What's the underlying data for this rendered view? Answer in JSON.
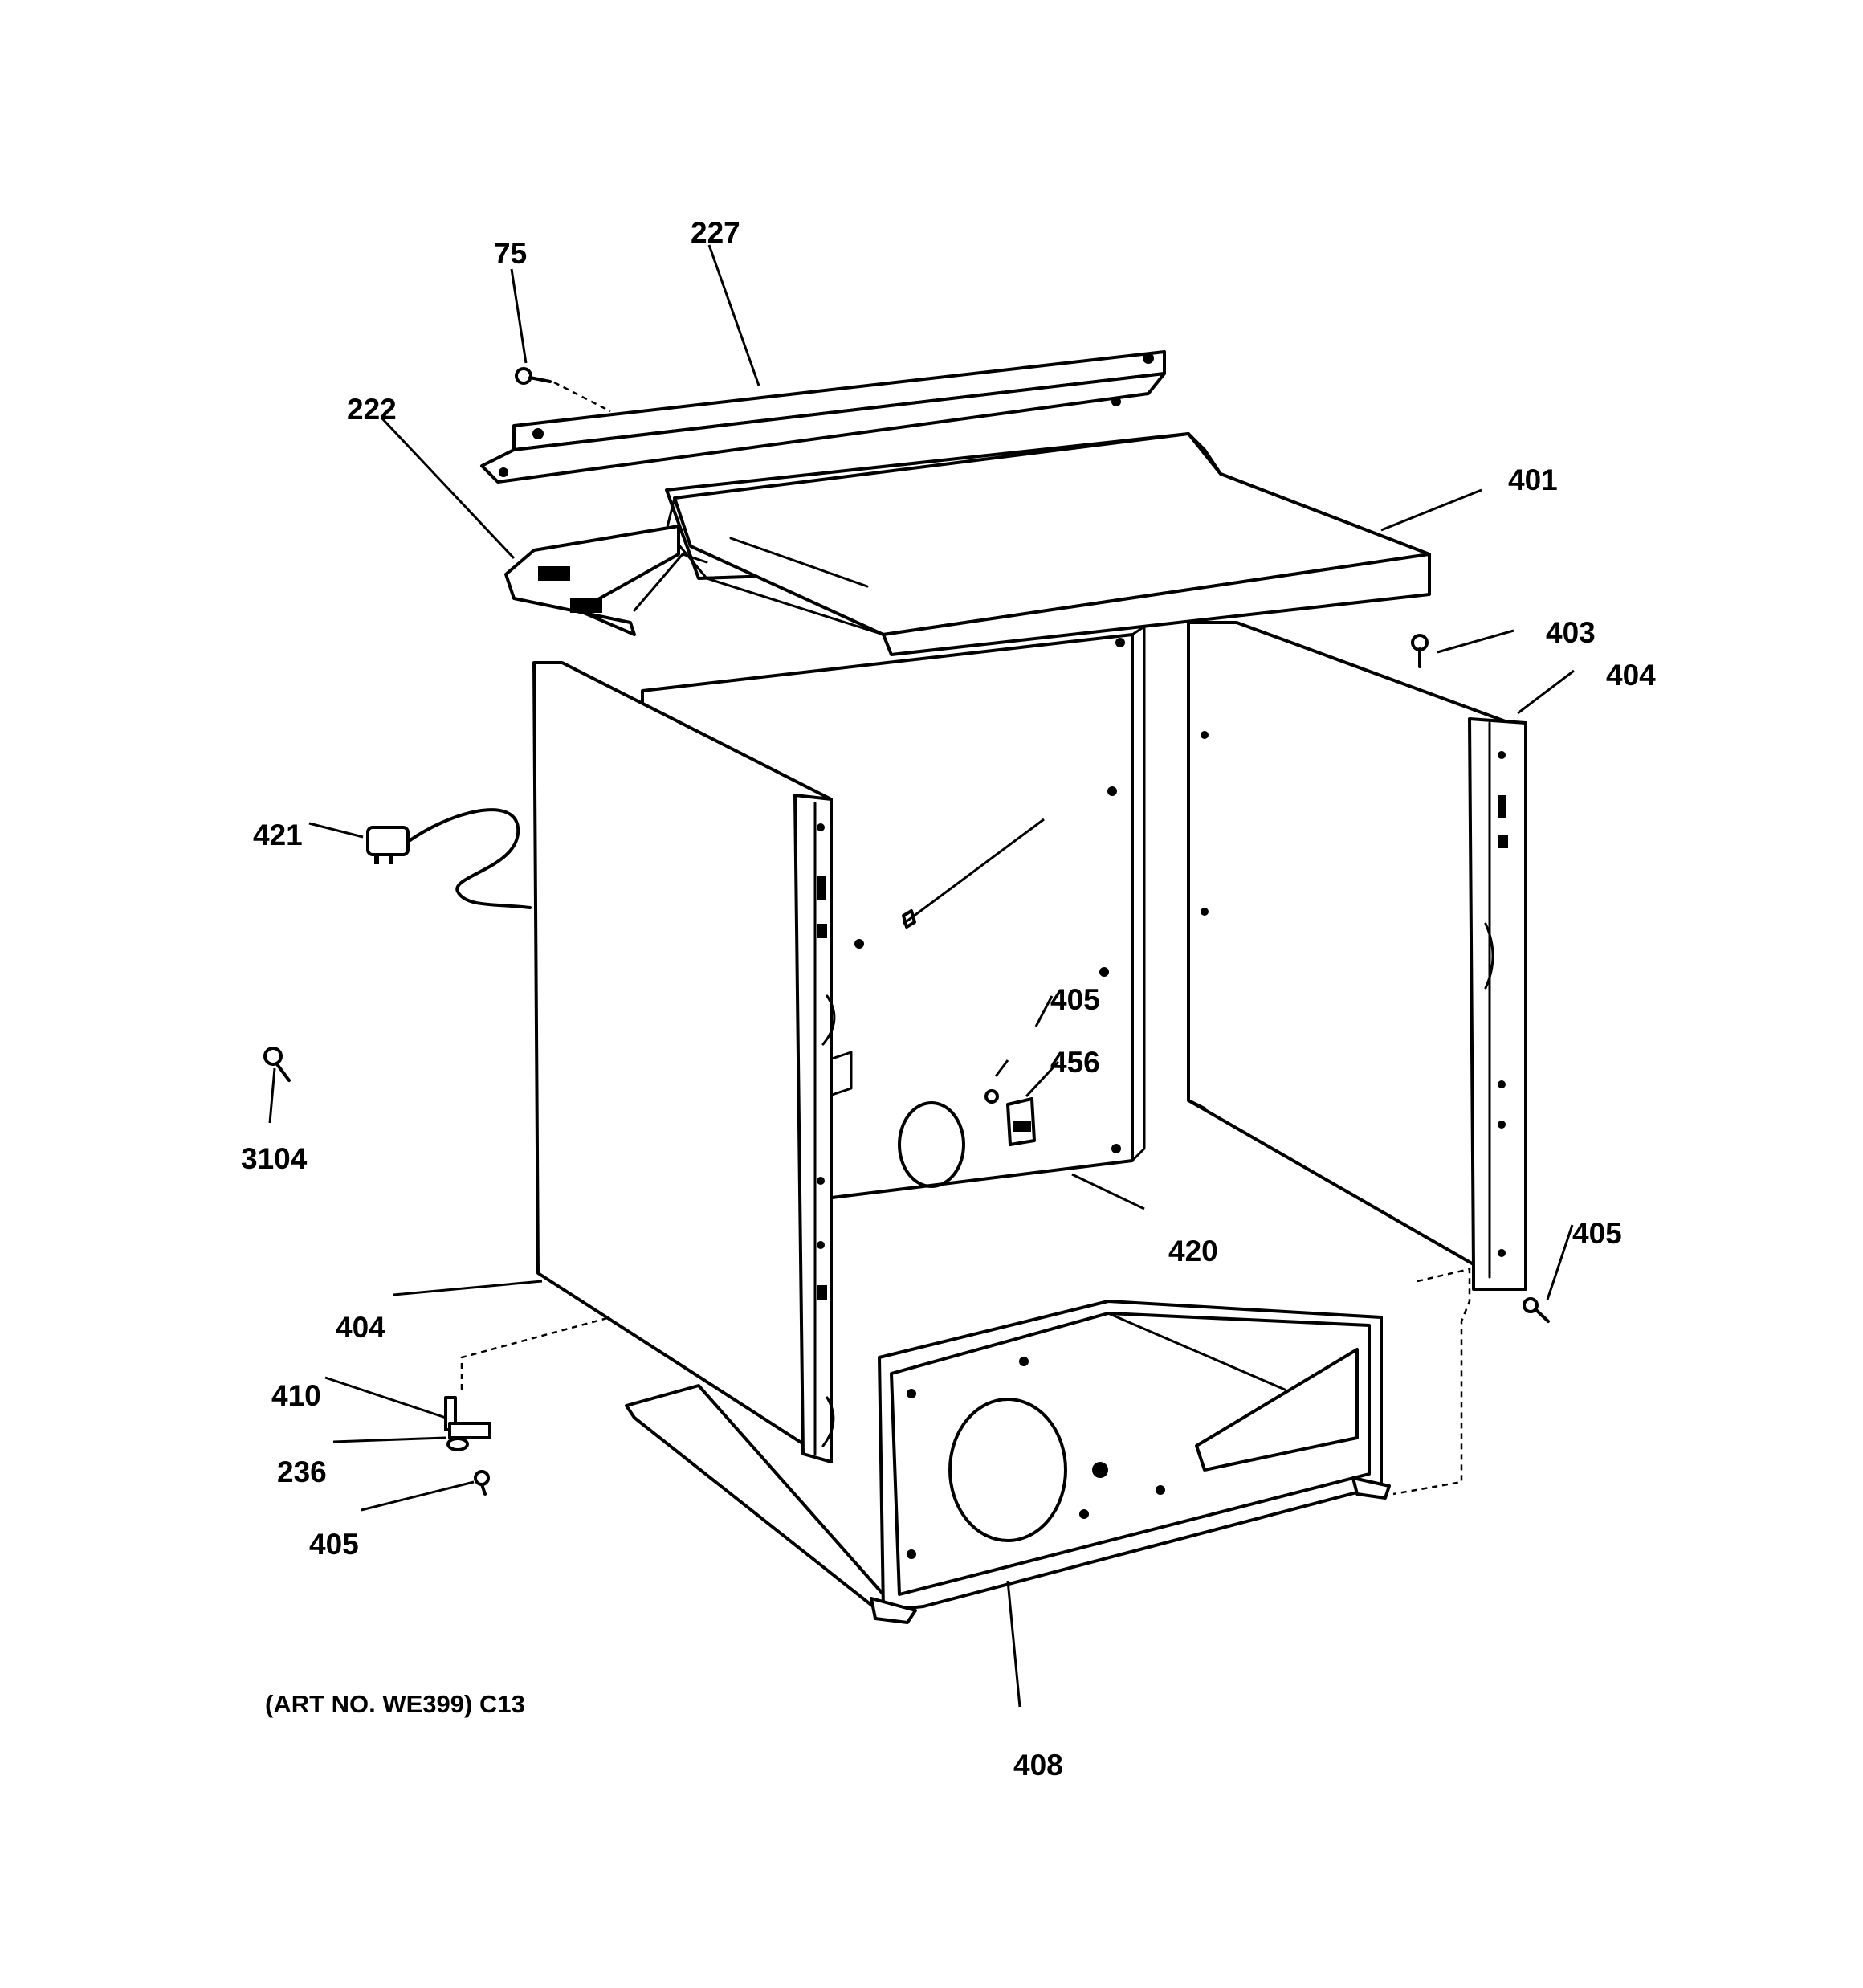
{
  "diagram": {
    "art_number": "(ART NO. WE399) C13",
    "callouts": [
      {
        "id": "c-75",
        "text": "75"
      },
      {
        "id": "c-227",
        "text": "227"
      },
      {
        "id": "c-222",
        "text": "222"
      },
      {
        "id": "c-401",
        "text": "401"
      },
      {
        "id": "c-403",
        "text": "403"
      },
      {
        "id": "c-404-right",
        "text": "404"
      },
      {
        "id": "c-421",
        "text": "421"
      },
      {
        "id": "c-405-center",
        "text": "405"
      },
      {
        "id": "c-456",
        "text": "456"
      },
      {
        "id": "c-3104",
        "text": "3104"
      },
      {
        "id": "c-420",
        "text": "420"
      },
      {
        "id": "c-405-right",
        "text": "405"
      },
      {
        "id": "c-404-left",
        "text": "404"
      },
      {
        "id": "c-410",
        "text": "410"
      },
      {
        "id": "c-236",
        "text": "236"
      },
      {
        "id": "c-405-left",
        "text": "405"
      },
      {
        "id": "c-408",
        "text": "408"
      }
    ]
  }
}
